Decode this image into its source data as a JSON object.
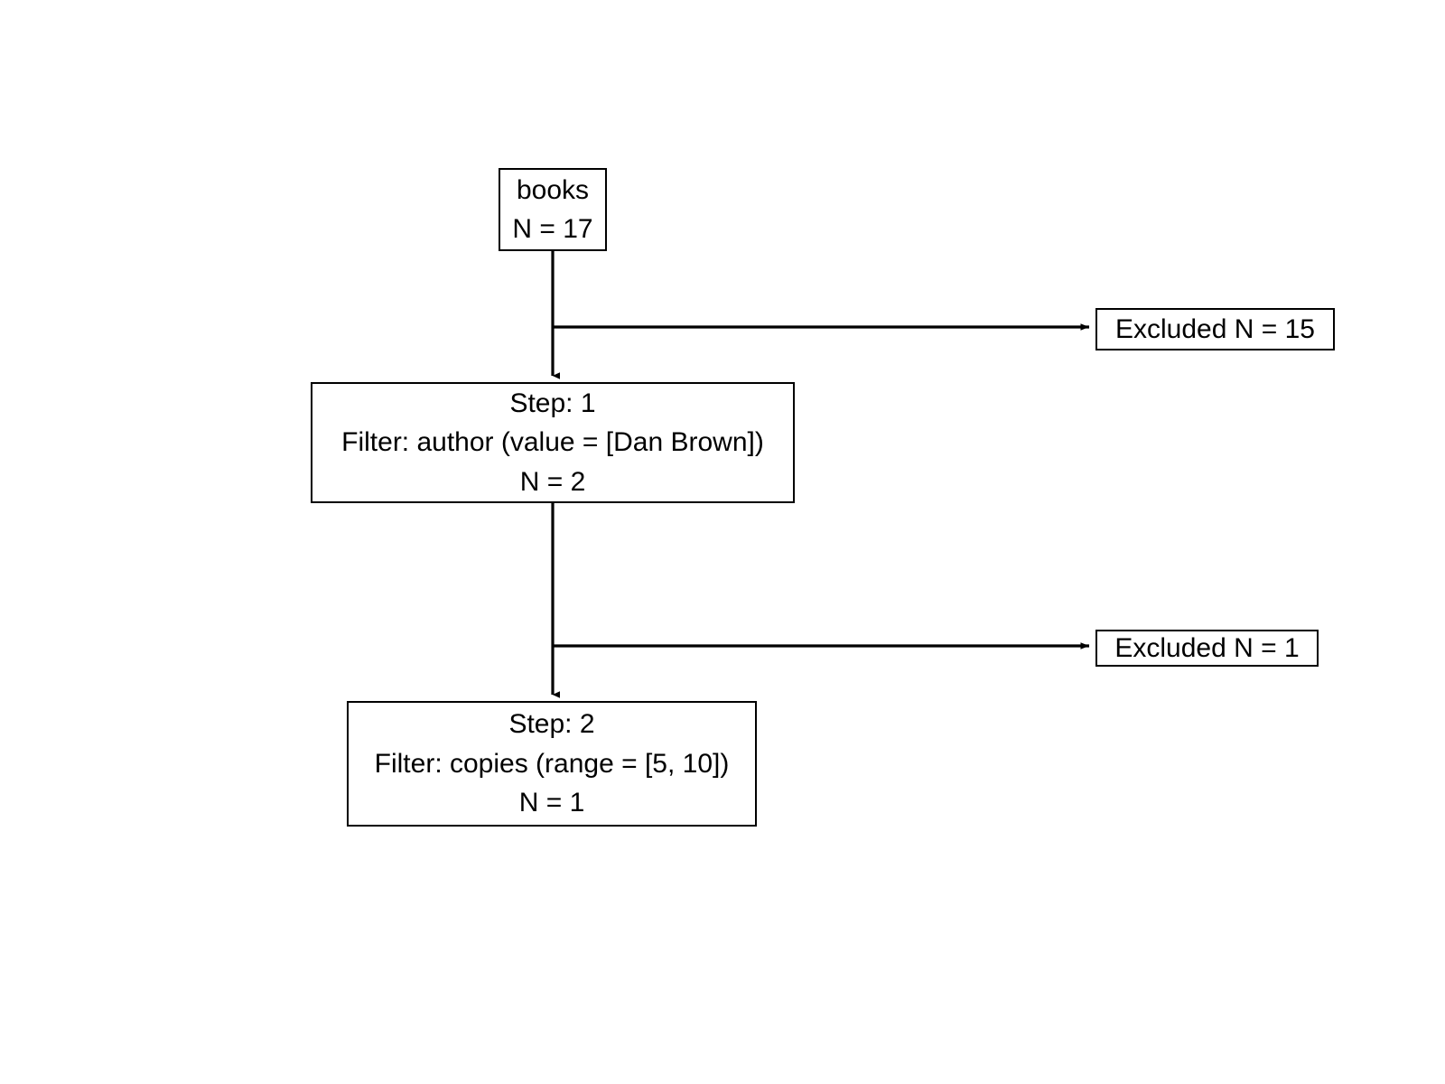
{
  "diagram": {
    "type": "flowchart",
    "orientation": "top-down",
    "background_color": "#ffffff",
    "stroke_color": "#000000",
    "text_color": "#000000",
    "nodes": [
      {
        "id": "source",
        "role": "dataset-source",
        "lines": [
          "books",
          "N = 17"
        ],
        "name_label": "books",
        "count_label": "N = 17",
        "count": 17
      },
      {
        "id": "step-1",
        "role": "filter-step",
        "lines": [
          "Step: 1",
          "Filter: author (value = [Dan Brown])",
          "N = 2"
        ],
        "step_label": "Step: 1",
        "filter_label": "Filter: author (value = [Dan Brown])",
        "count_label": "N = 2",
        "count": 2,
        "step_number": 1,
        "filter_field": "author",
        "filter_kind": "value",
        "filter_value": "[Dan Brown]"
      },
      {
        "id": "step-2",
        "role": "filter-step",
        "lines": [
          "Step: 2",
          "Filter: copies (range = [5, 10])",
          "N = 1"
        ],
        "step_label": "Step: 2",
        "filter_label": "Filter: copies (range = [5, 10])",
        "count_label": "N = 1",
        "count": 1,
        "step_number": 2,
        "filter_field": "copies",
        "filter_kind": "range",
        "filter_value": "[5, 10]"
      }
    ],
    "excluded": [
      {
        "id": "excluded-1",
        "label": "Excluded N = 15",
        "count": 15,
        "after_step": 0
      },
      {
        "id": "excluded-2",
        "label": "Excluded N = 1",
        "count": 1,
        "after_step": 1
      }
    ],
    "edges": [
      {
        "from": "source",
        "to": "step-1",
        "direction": "down",
        "arrowhead": true
      },
      {
        "from": "source-branch",
        "to": "excluded-1",
        "direction": "right",
        "arrowhead": true
      },
      {
        "from": "step-1",
        "to": "step-2",
        "direction": "down",
        "arrowhead": true
      },
      {
        "from": "step-1-branch",
        "to": "excluded-2",
        "direction": "right",
        "arrowhead": true
      }
    ]
  }
}
